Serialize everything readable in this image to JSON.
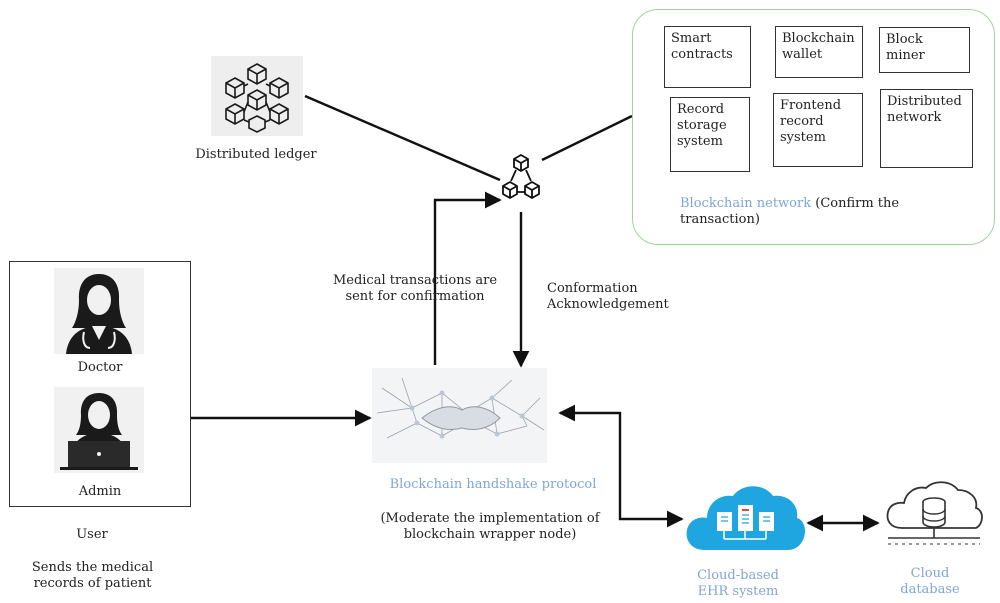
{
  "ledger": {
    "label": "Distributed ledger"
  },
  "network": {
    "boxes": [
      "Smart contracts",
      "Blockchain wallet",
      "Block miner",
      "Record storage system",
      "Frontend record system",
      "Distributed network"
    ],
    "caption_blue": "Blockchain network",
    "caption_rest": " (Confirm the transaction)"
  },
  "flows": {
    "send_label": "Medical transactions are sent for confirmation",
    "ack_label": "Conformation Acknowledgement"
  },
  "user": {
    "doctor_label": "Doctor",
    "admin_label": "Admin",
    "user_label": "User",
    "sends_label": "Sends the medical records of patient"
  },
  "protocol": {
    "title": "Blockchain handshake protocol",
    "desc": "(Moderate the implementation of blockchain wrapper node)"
  },
  "cloud": {
    "ehr_label": "Cloud-based EHR system",
    "db_label": "Cloud database"
  },
  "colors": {
    "accent_blue": "#7fa6d6",
    "network_border": "#9fd59a",
    "cloud_blue": "#1fa6e0"
  }
}
